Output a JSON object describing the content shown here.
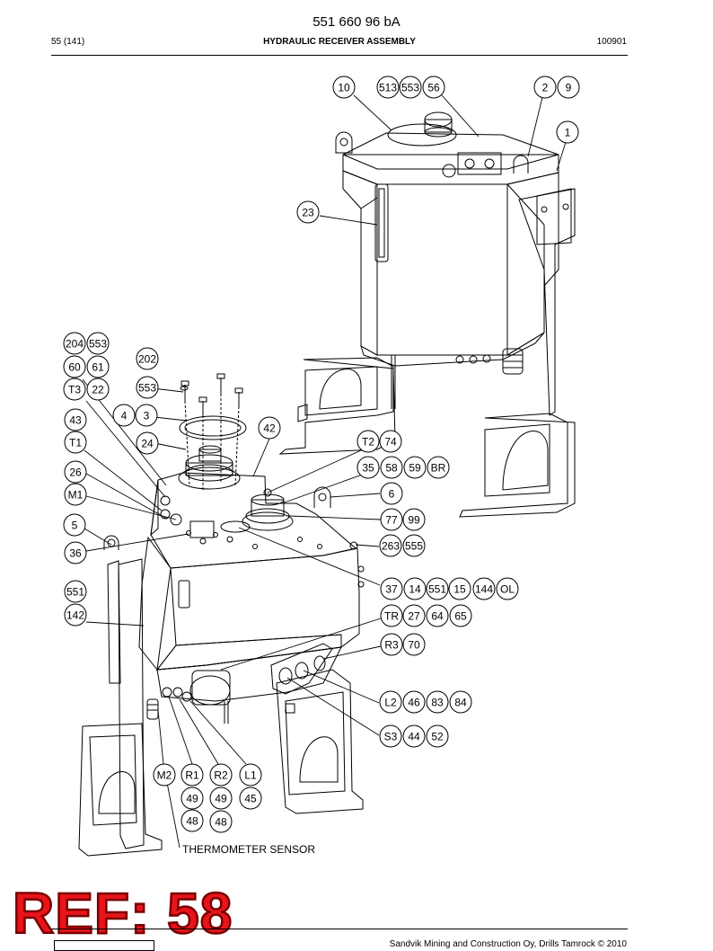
{
  "header": {
    "doc_number": "551 660 96 bA",
    "page": "55 (141)",
    "title": "HYDRAULIC RECEIVER ASSEMBLY",
    "code": "100901"
  },
  "callouts": {
    "c10": "10",
    "c513": "513",
    "c553a": "553",
    "c56": "56",
    "c2": "2",
    "c9": "9",
    "c1": "1",
    "c23": "23",
    "c204": "204",
    "c553b": "553",
    "c60": "60",
    "c61": "61",
    "c202": "202",
    "cT3": "T3",
    "c22": "22",
    "c553c": "553",
    "c43": "43",
    "c4": "4",
    "c3": "3",
    "c42": "42",
    "cT1": "T1",
    "c24": "24",
    "cT2": "T2",
    "c74": "74",
    "c26": "26",
    "c35": "35",
    "c58": "58",
    "c59": "59",
    "cBR": "BR",
    "cM1": "M1",
    "c6": "6",
    "c5": "5",
    "c77": "77",
    "c99": "99",
    "c36": "36",
    "c263": "263",
    "c555": "555",
    "c37": "37",
    "c14": "14",
    "c551a": "551",
    "c15": "15",
    "c144": "144",
    "cOL": "OL",
    "c551b": "551",
    "c142": "142",
    "cTR": "TR",
    "c27": "27",
    "c64": "64",
    "c65": "65",
    "cR3": "R3",
    "c70": "70",
    "cL2": "L2",
    "c46": "46",
    "c83": "83",
    "c84": "84",
    "cS3": "S3",
    "c44": "44",
    "c52": "52",
    "cM2": "M2",
    "cR1": "R1",
    "cR2": "R2",
    "cL1": "L1",
    "c49a": "49",
    "c49b": "49",
    "c45": "45",
    "c48a": "48",
    "c48b": "48"
  },
  "thermometer_label": "THERMOMETER SENSOR",
  "reference": "REF: 58",
  "footer_text": "Sandvik Mining and Construction Oy, Drills Tamrock © 2010"
}
